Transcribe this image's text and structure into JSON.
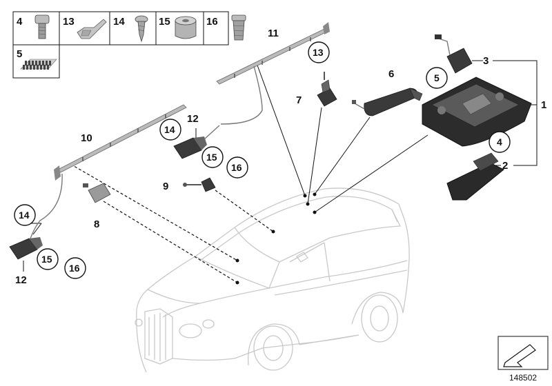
{
  "diagram": {
    "reference_number": "148502",
    "legend_grid": {
      "top_row": [
        "4",
        "13",
        "14",
        "15",
        "16"
      ],
      "bottom_row": [
        "5"
      ]
    },
    "callouts": {
      "p1": "1",
      "p2": "2",
      "p3": "3",
      "p4": "4",
      "p5": "5",
      "p6": "6",
      "p7": "7",
      "p8": "8",
      "p9": "9",
      "p10": "10",
      "p11": "11",
      "p12_right": "12",
      "p12_left": "12",
      "p13": "13",
      "p14_right": "14",
      "p14_left": "14",
      "p15_right": "15",
      "p15_left": "15",
      "p16_right": "16",
      "p16_left": "16"
    }
  }
}
